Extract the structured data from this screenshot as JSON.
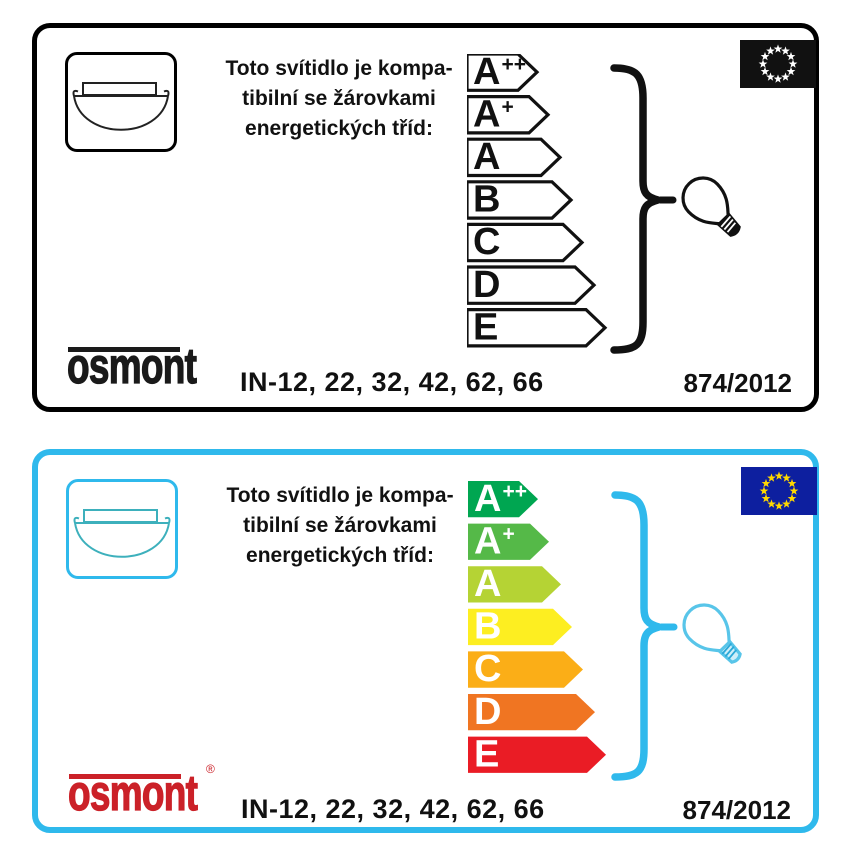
{
  "labels": [
    {
      "variant": "monochrome",
      "border_color": "#000000",
      "fixture_icon": {
        "box_color": "#000000",
        "drawing_color": "#222222"
      },
      "compat_lines": [
        "Toto svítidlo je kompa-",
        "tibilní se žárovkami",
        "energetických tříd:"
      ],
      "energy_classes": [
        {
          "label": "A",
          "sup": "++",
          "color": "#ffffff"
        },
        {
          "label": "A",
          "sup": "+",
          "color": "#ffffff"
        },
        {
          "label": "A",
          "sup": "",
          "color": "#ffffff"
        },
        {
          "label": "B",
          "sup": "",
          "color": "#ffffff"
        },
        {
          "label": "C",
          "sup": "",
          "color": "#ffffff"
        },
        {
          "label": "D",
          "sup": "",
          "color": "#ffffff"
        },
        {
          "label": "E",
          "sup": "",
          "color": "#ffffff"
        }
      ],
      "class_letter_color": "#111111",
      "arrow_stroke": "#111111",
      "brace_color": "#111111",
      "bulb_color": "#111111",
      "bulb_base_fill": "#111111",
      "bulb_thread_color": "#ffffff",
      "eu_flag": {
        "background": "#111111",
        "star_color": "#ffffff"
      },
      "brand": "osmont",
      "brand_reg": "",
      "brand_color": "#1a1a1a",
      "models": "IN-12, 22, 32, 42, 62, 66",
      "regulation": "874/2012"
    },
    {
      "variant": "color",
      "border_color": "#2fb9ec",
      "fixture_icon": {
        "box_color": "#2fb9ec",
        "drawing_color": "#3db0bc"
      },
      "compat_lines": [
        "Toto svítidlo je kompa-",
        "tibilní se žárovkami",
        "energetických tříd:"
      ],
      "energy_classes": [
        {
          "label": "A",
          "sup": "++",
          "color": "#00a651"
        },
        {
          "label": "A",
          "sup": "+",
          "color": "#55b948"
        },
        {
          "label": "A",
          "sup": "",
          "color": "#b5d334"
        },
        {
          "label": "B",
          "sup": "",
          "color": "#fdee21"
        },
        {
          "label": "C",
          "sup": "",
          "color": "#fbae17"
        },
        {
          "label": "D",
          "sup": "",
          "color": "#f07522"
        },
        {
          "label": "E",
          "sup": "",
          "color": "#ea1c25"
        }
      ],
      "class_letter_color": "#ffffff",
      "arrow_stroke": "none",
      "brace_color": "#2fb9ec",
      "bulb_color": "#58c5e9",
      "bulb_base_fill": "#cdeef9",
      "bulb_thread_color": "#2aa8d8",
      "eu_flag": {
        "background": "#0d1f9f",
        "star_color": "#ffd800"
      },
      "brand": "osmont",
      "brand_reg": "®",
      "brand_color": "#cb2128",
      "models": "IN-12, 22, 32, 42, 62, 66",
      "regulation": "874/2012"
    }
  ]
}
